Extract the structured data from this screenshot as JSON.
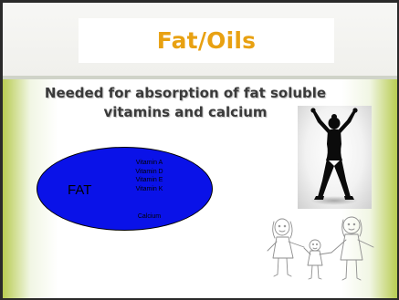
{
  "slide": {
    "title": "Fat/Oils",
    "subtitle": "Needed for absorption of fat soluble vitamins and calcium",
    "title_color": "#e8a112",
    "accent_color": "#b8cc52"
  },
  "diagram": {
    "main_label": "FAT",
    "ellipse_color": "#0a12e8",
    "items": [
      "Vitamin A",
      "Vitamin D",
      "Vitamin E",
      "Vitamin K"
    ],
    "calcium_label": "Calcium"
  },
  "images": {
    "photo_icon": "person-silhouette-icon",
    "drawing_icon": "family-drawing-icon"
  }
}
